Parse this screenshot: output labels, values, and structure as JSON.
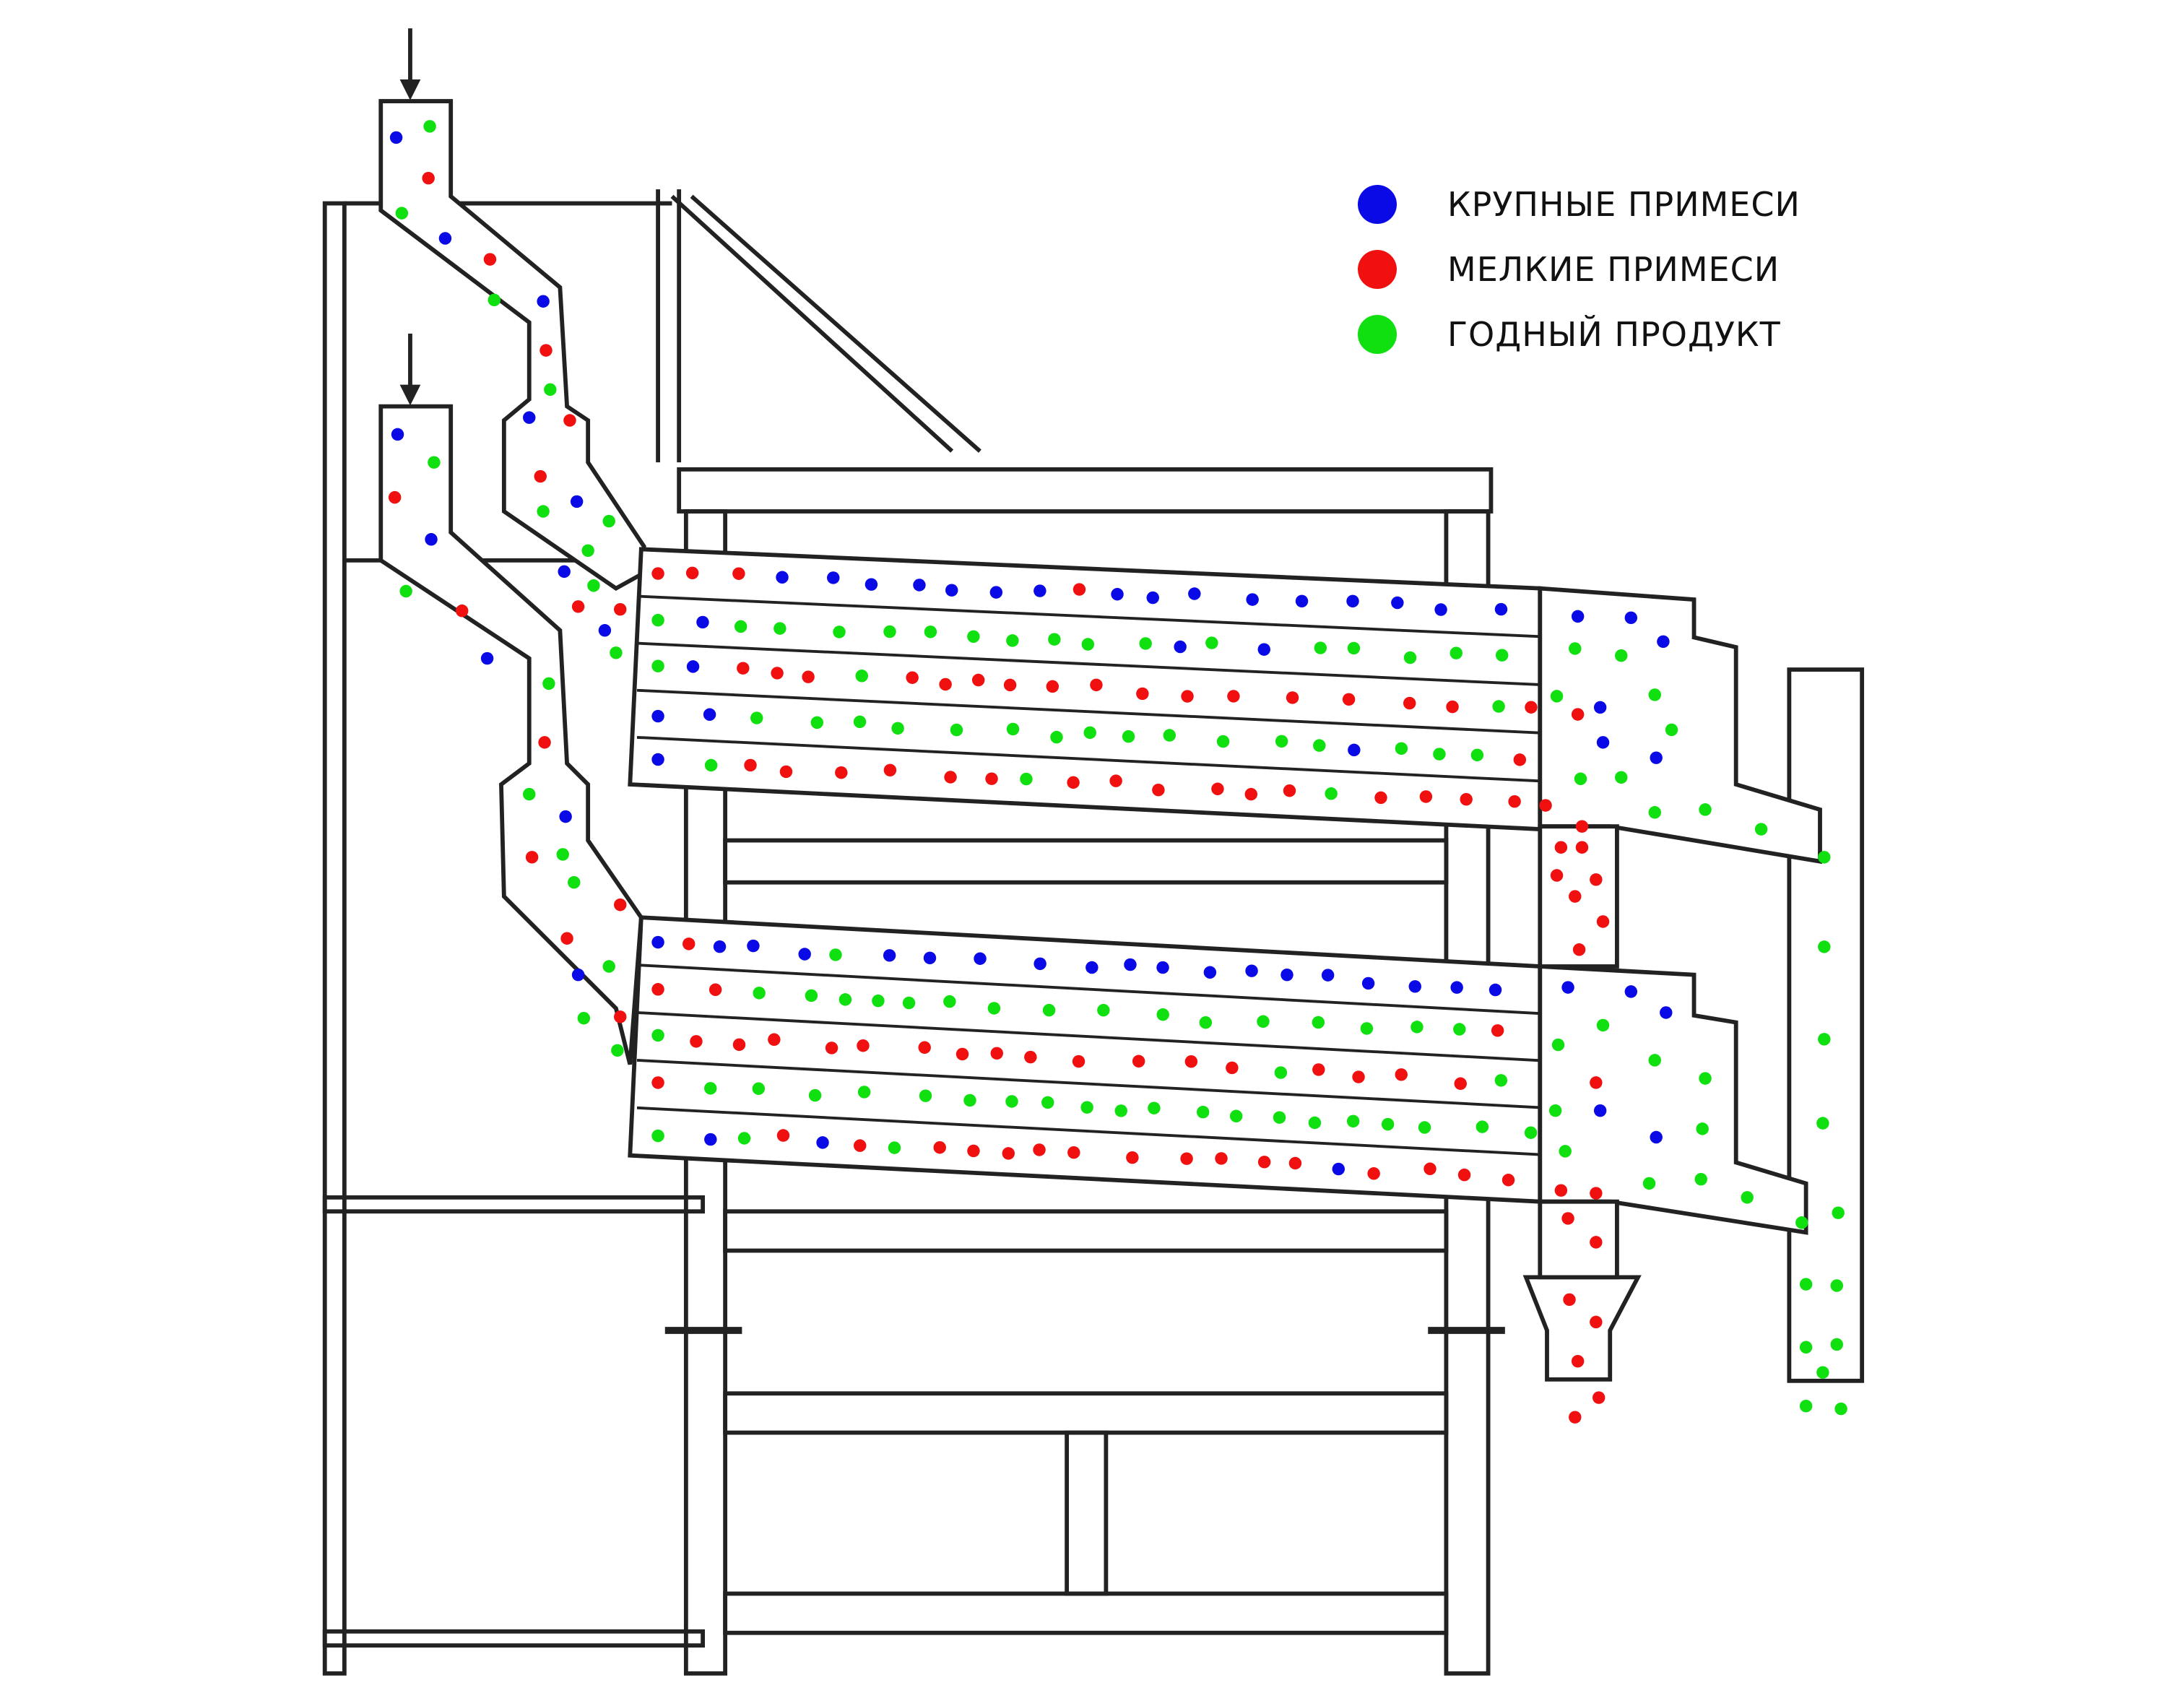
{
  "legend": {
    "items": [
      {
        "label": "КРУПНЫЕ ПРИМЕСИ",
        "color": "#0a0ae6"
      },
      {
        "label": "МЕЛКИЕ ПРИМЕСИ",
        "color": "#f01010"
      },
      {
        "label": "ГОДНЫЙ ПРОДУКТ",
        "color": "#10e010"
      }
    ]
  },
  "colors": {
    "line": "#222222",
    "background": "#ffffff"
  }
}
